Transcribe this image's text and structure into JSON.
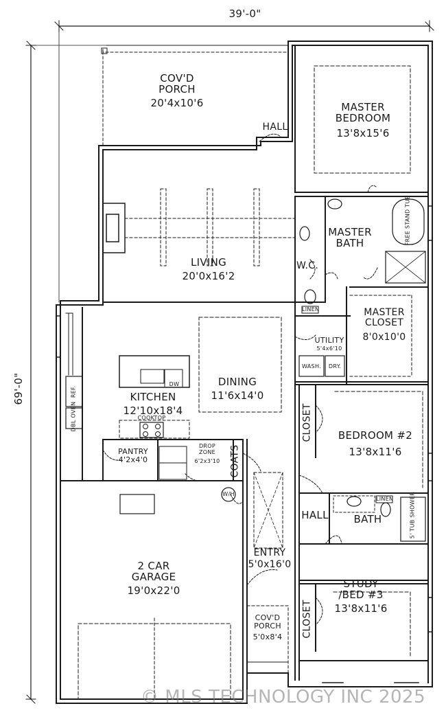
{
  "dimensions": {
    "width_label": "39'-0\"",
    "depth_label": "69'-0\""
  },
  "rooms": {
    "covd_porch_rear": {
      "name": "COV'D\nPORCH",
      "size": "20'4x10'6"
    },
    "hall_master": {
      "name": "HALL"
    },
    "master_bedroom": {
      "name": "MASTER\nBEDROOM",
      "size": "13'8x15'6"
    },
    "living": {
      "name": "LIVING",
      "size": "20'0x16'2"
    },
    "master_bath": {
      "name": "MASTER\nBATH"
    },
    "wc": {
      "name": "W.C."
    },
    "linen_master": {
      "name": "LINEN"
    },
    "master_closet": {
      "name": "MASTER\nCLOSET",
      "size": "8'0x10'0"
    },
    "utility": {
      "name": "UTILITY",
      "size": "5'4x6'10"
    },
    "dining": {
      "name": "DINING",
      "size": "11'6x14'0"
    },
    "kitchen": {
      "name": "KITCHEN",
      "size": "12'10x18'4"
    },
    "pantry": {
      "name": "PANTRY",
      "size": "4'2x4'0"
    },
    "drop_zone": {
      "name": "DROP\nZONE",
      "size": "6'2x3'10"
    },
    "coats": {
      "name": "COATS"
    },
    "closet_bed2": {
      "name": "CLOSET"
    },
    "bedroom2": {
      "name": "BEDROOM #2",
      "size": "13'8x11'6"
    },
    "hall_bath": {
      "name": "HALL"
    },
    "bath": {
      "name": "BATH"
    },
    "linen_bath": {
      "name": "LINEN"
    },
    "entry": {
      "name": "ENTRY",
      "size": "5'0x16'0"
    },
    "garage": {
      "name": "2 CAR\nGARAGE",
      "size": "19'0x22'0"
    },
    "study": {
      "name": "STUDY\n/BED #3",
      "size": "13'8x11'6"
    },
    "closet_study": {
      "name": "CLOSET"
    },
    "covd_porch_front": {
      "name": "COV'D\nPORCH",
      "size": "5'0x8'4"
    }
  },
  "fixtures": {
    "ref": "REF.",
    "dw": "DW",
    "cooktop": "COOKTOP",
    "wh": "W/H",
    "dbl_oven": "DBL OVEN",
    "washer": "WASH.",
    "dryer": "DRY.",
    "tub_shower": "5' TUB SHOWER",
    "tub_master": "FREE STAND TUB"
  },
  "watermark": "© MLS TECHNOLOGY INC 2025"
}
